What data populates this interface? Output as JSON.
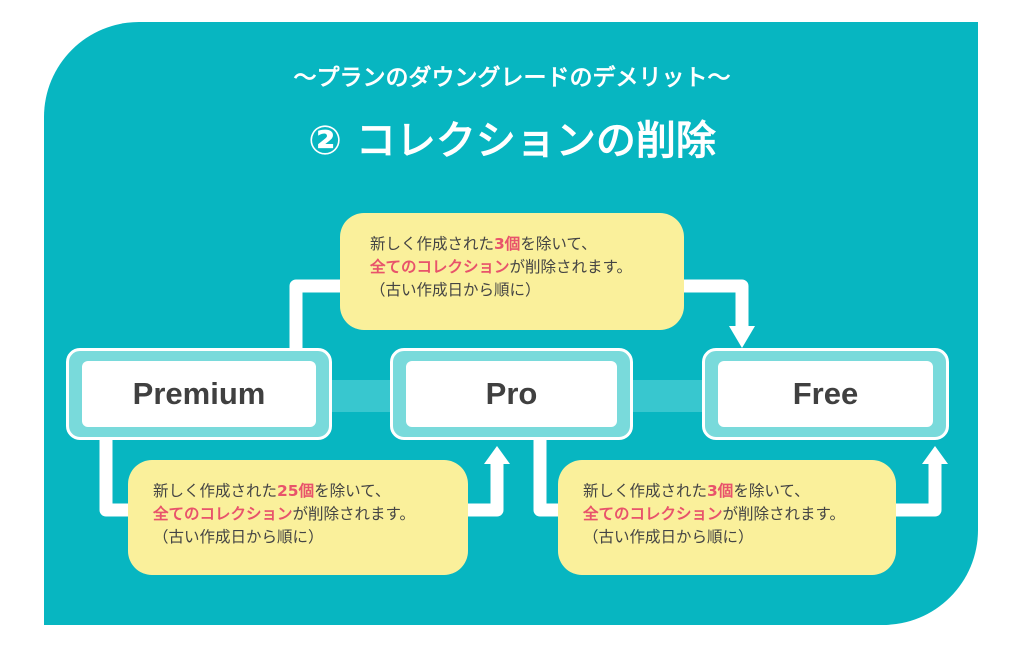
{
  "subtitle": "〜プランのダウングレードのデメリット〜",
  "title": "② コレクションの削除",
  "plans": [
    "Premium",
    "Pro",
    "Free"
  ],
  "notes": [
    {
      "a": "新しく作成された",
      "b": "3個",
      "c": "を除いて、",
      "d": "全てのコレクション",
      "e": "が削除されます。",
      "f": "（古い作成日から順に）"
    },
    {
      "a": "新しく作成された",
      "b": "25個",
      "c": "を除いて、",
      "d": "全てのコレクション",
      "e": "が削除されます。",
      "f": "（古い作成日から順に）"
    },
    {
      "a": "新しく作成された",
      "b": "3個",
      "c": "を除いて、",
      "d": "全てのコレクション",
      "e": "が削除されます。",
      "f": "（古い作成日から順に）"
    }
  ],
  "colors": {
    "bg": "#07b6c1",
    "note": "#faf09b",
    "highlight": "#e8536b",
    "box": "#79dadb"
  }
}
